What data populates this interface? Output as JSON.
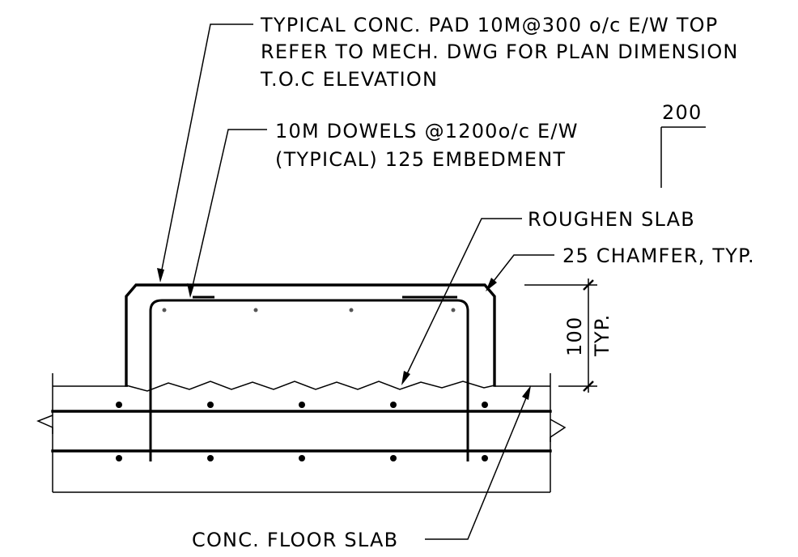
{
  "colors": {
    "line": "#000000",
    "background": "#ffffff"
  },
  "notes": {
    "pad": [
      "TYPICAL CONC. PAD 10M@300 o/c E/W TOP",
      "REFER TO MECH. DWG FOR PLAN DIMENSION",
      "T.O.C ELEVATION"
    ],
    "dowels": [
      "10M DOWELS @1200o/c E/W",
      "(TYPICAL) 125 EMBEDMENT"
    ],
    "projection": "200",
    "roughen": "ROUGHEN SLAB",
    "chamfer": "25 CHAMFER, TYP.",
    "height": "100",
    "height_typ": "TYP.",
    "floor_slab": "CONC. FLOOR SLAB"
  }
}
